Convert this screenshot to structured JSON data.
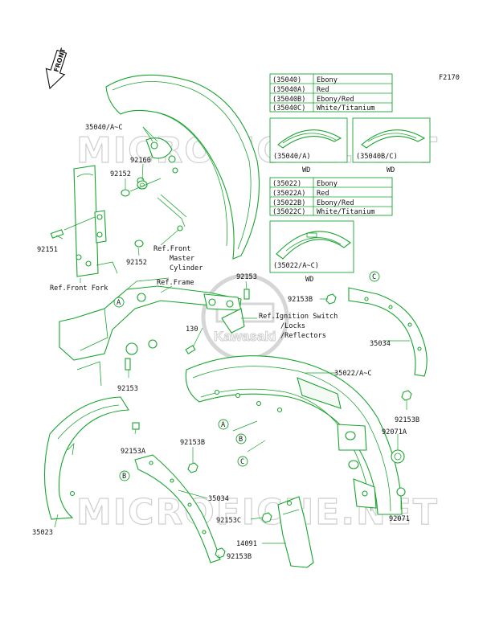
{
  "diagram_id": "F2170",
  "front_badge": "FRONT",
  "watermark": {
    "text": "MICROFICHE.NET",
    "logo_text": "Kawasaki",
    "color": "#cfcfcf"
  },
  "colors": {
    "line": "#18a52e",
    "text": "#111111",
    "background": "#ffffff"
  },
  "color_table_1": [
    {
      "code": "(35040)",
      "color": "Ebony"
    },
    {
      "code": "(35040A)",
      "color": "Red"
    },
    {
      "code": "(35040B)",
      "color": "Ebony/Red"
    },
    {
      "code": "(35040C)",
      "color": "White/Titanium"
    }
  ],
  "color_table_2": [
    {
      "code": "(35022)",
      "color": "Ebony"
    },
    {
      "code": "(35022A)",
      "color": "Red"
    },
    {
      "code": "(35022B)",
      "color": "Ebony/Red"
    },
    {
      "code": "(35022C)",
      "color": "White/Titanium"
    }
  ],
  "insets": [
    {
      "code": "(35040/A)",
      "note": "WD"
    },
    {
      "code": "(35040B/C)",
      "note": "WD"
    },
    {
      "code": "(35022/A~C)",
      "note": "WD"
    }
  ],
  "callouts": {
    "front_fender": "35040/A~C",
    "p92160": "92160",
    "p92152_top": "92152",
    "p92152_bot": "92152",
    "p92151": "92151",
    "ref_master_cyl_1": "Ref.Front",
    "ref_master_cyl_2": "Master",
    "ref_master_cyl_3": "Cylinder",
    "ref_front_fork": "Ref.Front Fork",
    "ref_frame": "Ref.Frame",
    "p92153_top": "92153",
    "p92153b_top": "92153B",
    "ref_ign_1": "Ref.Ignition Switch",
    "ref_ign_2": "/Locks",
    "ref_ign_3": "/Reflectors",
    "p130": "130",
    "p35034_right": "35034",
    "p35022": "35022/A~C",
    "p92153_left": "92153",
    "p92153b_right": "92153B",
    "p92071a": "92071A",
    "p92153a": "92153A",
    "p92153b_mid": "92153B",
    "p35034_left": "35034",
    "p92153c": "92153C",
    "p92071": "92071",
    "p14091": "14091",
    "p92153b_bot": "92153B",
    "p35023": "35023"
  },
  "ref_letters": [
    "A",
    "B",
    "C"
  ]
}
